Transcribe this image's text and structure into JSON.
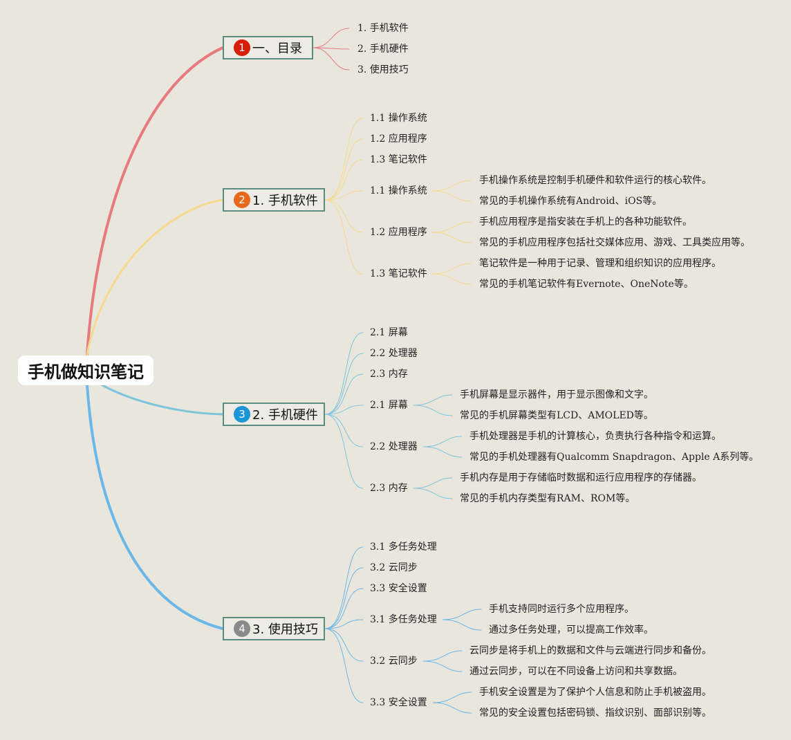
{
  "root": {
    "label": "手机做知识笔记"
  },
  "branches": [
    {
      "number": "1",
      "label": "一、目录",
      "color": "#e87a7e",
      "badge_color": "#d81e06",
      "items": [
        "1. 手机软件",
        "2. 手机硬件",
        "3. 使用技巧"
      ]
    },
    {
      "number": "2",
      "label": "1. 手机软件",
      "color": "#f5d98e",
      "badge_color": "#e8691c",
      "items": [
        "1.1 操作系统",
        "1.2 应用程序",
        "1.3 笔记软件"
      ],
      "groups": [
        {
          "label": "1.1 操作系统",
          "details": [
            "手机操作系统是控制手机硬件和软件运行的核心软件。",
            "常见的手机操作系统有Android、iOS等。"
          ]
        },
        {
          "label": "1.2 应用程序",
          "details": [
            "手机应用程序是指安装在手机上的各种功能软件。",
            "常见的手机应用程序包括社交媒体应用、游戏、工具类应用等。"
          ]
        },
        {
          "label": "1.3 笔记软件",
          "details": [
            "笔记软件是一种用于记录、管理和组织知识的应用程序。",
            "常见的手机笔记软件有Evernote、OneNote等。"
          ]
        }
      ]
    },
    {
      "number": "3",
      "label": "2. 手机硬件",
      "color": "#7ec5dc",
      "badge_color": "#1c95d6",
      "items": [
        "2.1 屏幕",
        "2.2 处理器",
        "2.3 内存"
      ],
      "groups": [
        {
          "label": "2.1 屏幕",
          "details": [
            "手机屏幕是显示器件，用于显示图像和文字。",
            "常见的手机屏幕类型有LCD、AMOLED等。"
          ]
        },
        {
          "label": "2.2 处理器",
          "details": [
            "手机处理器是手机的计算核心，负责执行各种指令和运算。",
            "常见的手机处理器有Qualcomm Snapdragon、Apple A系列等。"
          ]
        },
        {
          "label": "2.3 内存",
          "details": [
            "手机内存是用于存储临时数据和运行应用程序的存储器。",
            "常见的手机内存类型有RAM、ROM等。"
          ]
        }
      ]
    },
    {
      "number": "4",
      "label": "3. 使用技巧",
      "color": "#6bb7e8",
      "badge_color": "#8a8a8a",
      "items": [
        "3.1 多任务处理",
        "3.2 云同步",
        "3.3 安全设置"
      ],
      "groups": [
        {
          "label": "3.1 多任务处理",
          "details": [
            "手机支持同时运行多个应用程序。",
            "通过多任务处理，可以提高工作效率。"
          ]
        },
        {
          "label": "3.2 云同步",
          "details": [
            "云同步是将手机上的数据和文件与云端进行同步和备份。",
            "通过云同步，可以在不同设备上访问和共享数据。"
          ]
        },
        {
          "label": "3.3 安全设置",
          "details": [
            "手机安全设置是为了保护个人信息和防止手机被盗用。",
            "常见的安全设置包括密码锁、指纹识别、面部识别等。"
          ]
        }
      ]
    }
  ]
}
